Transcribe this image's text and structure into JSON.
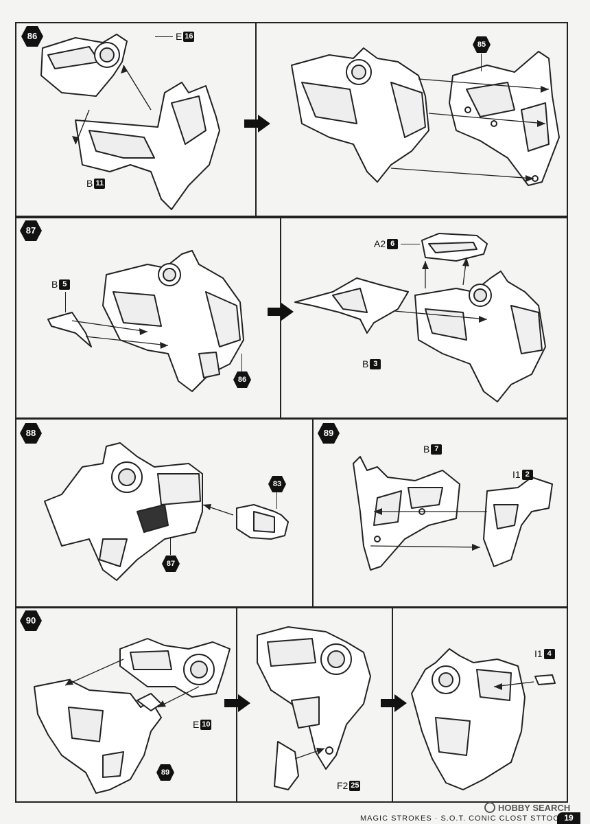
{
  "steps": [
    {
      "number": "86",
      "labels": [
        {
          "letter": "E",
          "num": "16"
        },
        {
          "letter": "B",
          "num": "11"
        }
      ],
      "refs": [
        "85"
      ]
    },
    {
      "number": "87",
      "labels": [
        {
          "letter": "B",
          "num": "5"
        },
        {
          "letter": "A2",
          "num": "6"
        },
        {
          "letter": "B",
          "num": "3"
        }
      ],
      "refs": [
        "86"
      ]
    },
    {
      "number": "88",
      "labels": [],
      "refs": [
        "83",
        "87"
      ]
    },
    {
      "number": "89",
      "labels": [
        {
          "letter": "B",
          "num": "7"
        },
        {
          "letter": "I1",
          "num": "2"
        }
      ],
      "refs": []
    },
    {
      "number": "90",
      "labels": [
        {
          "letter": "E",
          "num": "10"
        },
        {
          "letter": "F2",
          "num": "25"
        },
        {
          "letter": "I1",
          "num": "4"
        }
      ],
      "refs": [
        "89"
      ]
    }
  ],
  "footer": {
    "text": "MAGIC STROKES · S.O.T. CONIC CLOST STTOCKS",
    "page": "19"
  },
  "watermark": "HOBBY SEARCH",
  "icons": [
    "hexagon-step-icon",
    "next-arrow-icon",
    "assembly-arrow-icon"
  ]
}
